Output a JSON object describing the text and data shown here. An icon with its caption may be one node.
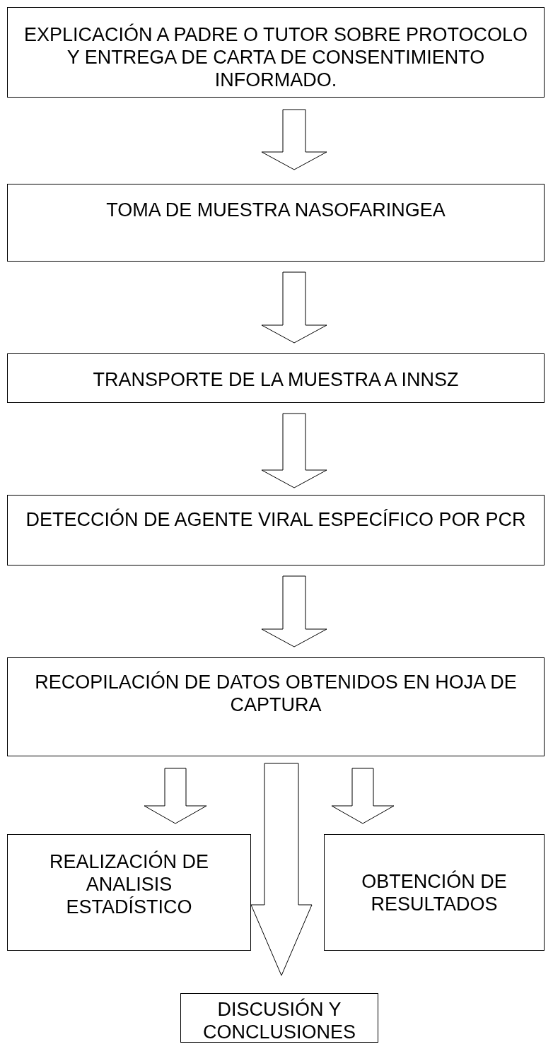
{
  "diagram": {
    "nodes": [
      {
        "text": [
          "EXPLICACIÓN A PADRE O TUTOR SOBRE PROTOCOLO Y ENTREGA DE CARTA DE CONSENTIMIENTO INFORMADO."
        ]
      },
      {
        "text": [
          "TOMA DE MUESTRA NASOFARINGEA"
        ]
      },
      {
        "text": [
          "TRANSPORTE DE LA MUESTRA A INNSZ"
        ]
      },
      {
        "text": [
          "DETECCIÓN DE AGENTE VIRAL ESPECÍFICO POR PCR"
        ]
      },
      {
        "text": [
          "RECOPILACIÓN DE DATOS OBTENIDOS EN HOJA DE CAPTURA"
        ]
      },
      {
        "text": [
          "REALIZACIÓN DE ANALISIS ESTADÍSTICO"
        ]
      },
      {
        "text": [
          "OBTENCIÓN DE RESULTADOS"
        ]
      },
      {
        "text": [
          "DISCUSIÓN Y CONCLUSIONES"
        ]
      }
    ],
    "edges": [
      {
        "from": 0,
        "to": 1,
        "arrow": "to"
      },
      {
        "from": 1,
        "to": 2,
        "arrow": "to"
      },
      {
        "from": 2,
        "to": 3,
        "arrow": "to"
      },
      {
        "from": 3,
        "to": 4,
        "arrow": "to"
      },
      {
        "from": 4,
        "to": 5,
        "arrow": "to"
      },
      {
        "from": 4,
        "to": 7,
        "arrow": "to"
      },
      {
        "from": 4,
        "to": 6,
        "arrow": "to"
      }
    ]
  }
}
